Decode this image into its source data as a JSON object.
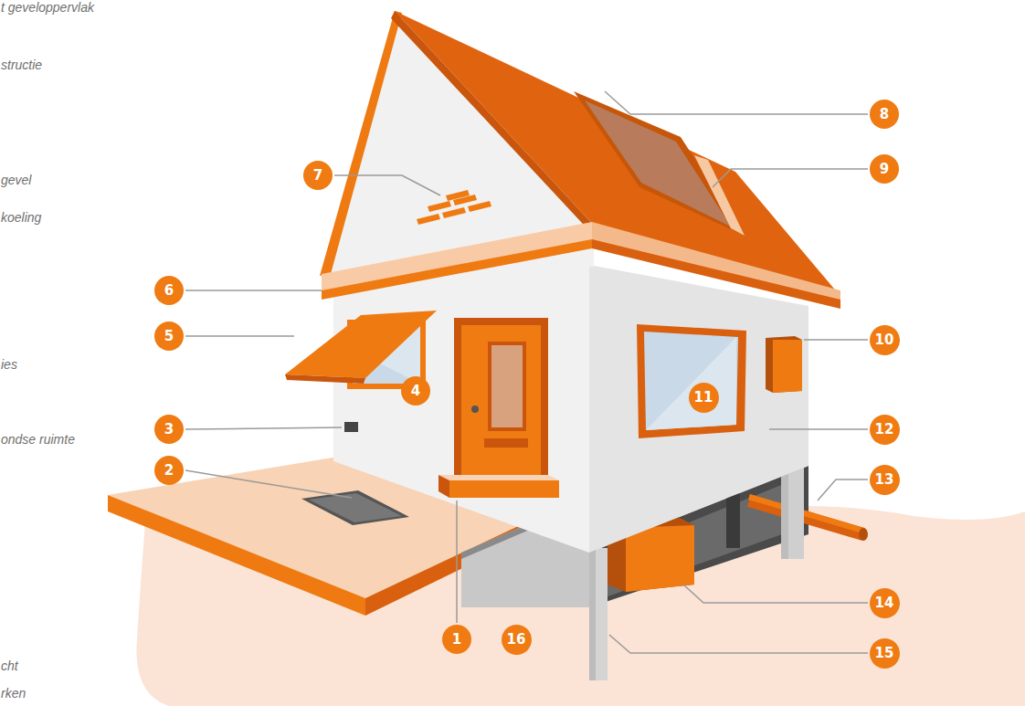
{
  "diagram": {
    "nodes": [
      {
        "text": [
          "1"
        ]
      },
      {
        "text": [
          "2"
        ]
      },
      {
        "text": [
          "3"
        ]
      },
      {
        "text": [
          "4"
        ]
      },
      {
        "text": [
          "5"
        ]
      },
      {
        "text": [
          "6"
        ]
      },
      {
        "text": [
          "7"
        ]
      },
      {
        "text": [
          "8"
        ]
      },
      {
        "text": [
          "9"
        ]
      },
      {
        "text": [
          "10"
        ]
      },
      {
        "text": [
          "11"
        ]
      },
      {
        "text": [
          "12"
        ]
      },
      {
        "text": [
          "13"
        ]
      },
      {
        "text": [
          "14"
        ]
      },
      {
        "text": [
          "15"
        ]
      },
      {
        "text": [
          "16"
        ]
      }
    ],
    "labels": [
      "t geveloppervlak",
      "structie",
      "gevel",
      "koeling",
      "ies",
      "ondse ruimte",
      "cht",
      "rken"
    ]
  }
}
